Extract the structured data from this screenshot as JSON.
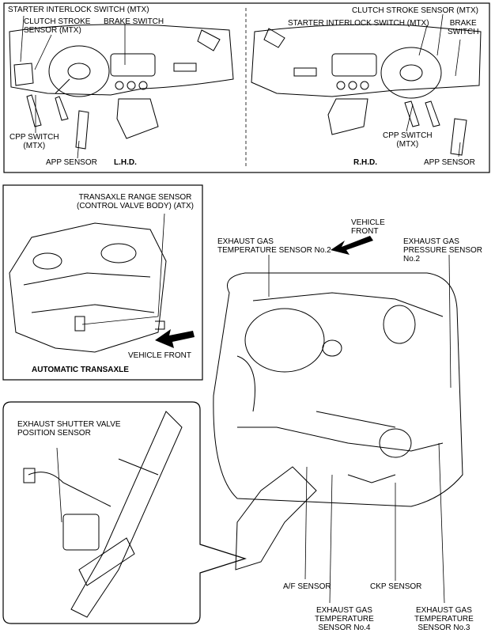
{
  "panel_lhd": {
    "starter_interlock": "STARTER INTERLOCK SWITCH (MTX)",
    "clutch_stroke": "CLUTCH STROKE\nSENSOR (MTX)",
    "brake_switch": "BRAKE SWITCH",
    "cpp_switch": "CPP SWITCH\n(MTX)",
    "app_sensor": "APP SENSOR",
    "caption": "L.H.D."
  },
  "panel_rhd": {
    "clutch_stroke": "CLUTCH STROKE SENSOR (MTX)",
    "starter_interlock": "STARTER INTERLOCK SWITCH (MTX)",
    "brake_switch": "BRAKE\nSWITCH",
    "cpp_switch": "CPP SWITCH\n(MTX)",
    "app_sensor": "APP SENSOR",
    "caption": "R.H.D."
  },
  "panel_atx": {
    "range_sensor": "TRANSAXLE RANGE SENSOR\n(CONTROL VALVE BODY) (ATX)",
    "vehicle_front": "VEHICLE FRONT",
    "caption": "AUTOMATIC TRANSAXLE"
  },
  "panel_shutter": {
    "shutter_sensor": "EXHAUST SHUTTER VALVE\nPOSITION SENSOR"
  },
  "engine": {
    "vehicle_front": "VEHICLE\nFRONT",
    "egt_no2": "EXHAUST GAS\nTEMPERATURE SENSOR No.2",
    "egp_no2": "EXHAUST GAS\nPRESSURE SENSOR No.2",
    "af_sensor": "A/F SENSOR",
    "ckp_sensor": "CKP SENSOR",
    "egt_no4": "EXHAUST GAS\nTEMPERATURE\nSENSOR No.4",
    "egt_no3": "EXHAUST GAS\nTEMPERATURE\nSENSOR No.3"
  }
}
